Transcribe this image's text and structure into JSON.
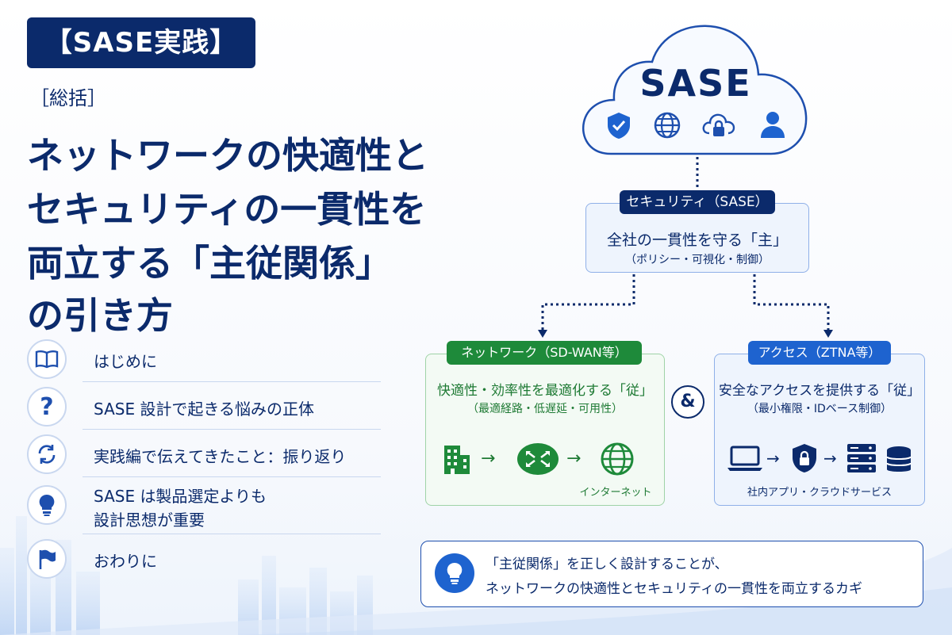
{
  "header": {
    "tag": "【SASE実践】",
    "subtitle": "［総括］",
    "title_lines": [
      "ネットワークの快適性と",
      "セキュリティの一貫性を",
      "両立する「主従関係」",
      "の引き方"
    ]
  },
  "agenda": [
    {
      "icon": "book-icon",
      "label": "はじめに"
    },
    {
      "icon": "question-icon",
      "label": "SASE 設計で起きる悩みの正体"
    },
    {
      "icon": "refresh-icon",
      "label": "実践編で伝えてきたこと：振り返り"
    },
    {
      "icon": "lightbulb-icon",
      "label": "SASE は製品選定よりも",
      "label2": "設計思想が重要"
    },
    {
      "icon": "flag-icon",
      "label": "おわりに"
    }
  ],
  "diagram": {
    "cloud_title": "SASE",
    "cloud_icons": [
      "shield-check-icon",
      "globe-icon",
      "cloud-lock-icon",
      "user-icon"
    ],
    "security": {
      "badge": "セキュリティ（SASE）",
      "main": "全社の一貫性を守る「主」",
      "sub": "（ポリシー・可視化・制御）"
    },
    "network": {
      "badge": "ネットワーク（SD-WAN等）",
      "main": "快適性・効率性を最適化する「従」",
      "sub": "（最適経路・低遅延・可用性）",
      "flow_label": "インターネット"
    },
    "access": {
      "badge": "アクセス（ZTNA等）",
      "main": "安全なアクセスを提供する「従」",
      "sub": "（最小権限・IDベース制御）",
      "flow_label": "社内アプリ・クラウドサービス"
    },
    "connector": "&",
    "key_message": {
      "line1": "「主従関係」を正しく設計することが、",
      "line2": "ネットワークの快適性とセキュリティの一貫性を両立するカギ"
    }
  },
  "colors": {
    "navy": "#0b2a6b",
    "blue": "#1e63cf",
    "green": "#1e8a3a"
  }
}
